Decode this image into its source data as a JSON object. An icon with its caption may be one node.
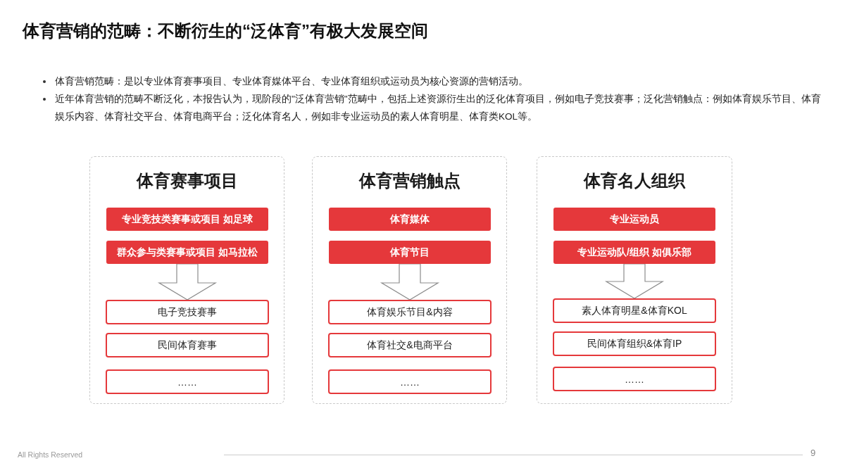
{
  "diagram": {
    "title": "体育营销的范畴：不断衍生的“泛体育”有极大发展空间",
    "nodes": [
      {
        "text": [
          "体育赛事项目"
        ]
      },
      {
        "text": [
          "专业竞技类赛事或项目 如足球"
        ],
        "in": 0
      },
      {
        "text": [
          "群众参与类赛事或项目 如马拉松"
        ],
        "in": 0
      },
      {
        "text": [
          "电子竞技赛事"
        ],
        "in": 0
      },
      {
        "text": [
          "民间体育赛事"
        ],
        "in": 0
      },
      {
        "text": [
          "……"
        ],
        "in": 0
      },
      {
        "text": [
          "体育营销触点"
        ]
      },
      {
        "text": [
          "体育媒体"
        ],
        "in": 6
      },
      {
        "text": [
          "体育节目"
        ],
        "in": 6
      },
      {
        "text": [
          "体育娱乐节目&内容"
        ],
        "in": 6
      },
      {
        "text": [
          "体育社交&电商平台"
        ],
        "in": 6
      },
      {
        "text": [
          "……"
        ],
        "in": 6
      },
      {
        "text": [
          "体育名人组织"
        ]
      },
      {
        "text": [
          "专业运动员"
        ],
        "in": 12
      },
      {
        "text": [
          "专业运动队/组织 如俱乐部"
        ],
        "in": 12
      },
      {
        "text": [
          "素人体育明星&体育KOL"
        ],
        "in": 12
      },
      {
        "text": [
          "民间体育组织&体育IP"
        ],
        "in": 12
      },
      {
        "text": [
          "……"
        ],
        "in": 12
      }
    ],
    "edges": [
      {
        "from": 2,
        "to": 3,
        "arrow": "to"
      },
      {
        "from": 8,
        "to": 9,
        "arrow": "to"
      },
      {
        "from": 14,
        "to": 15,
        "arrow": "to"
      }
    ],
    "labels": [
      "体育营销范畴：是以专业体育赛事项目、专业体育媒体平台、专业体育组织或运动员为核心资源的营销活动。",
      "近年体育营销的范畴不断泛化，本报告认为，现阶段的\"泛体育营销\"范畴中，包括上述资源衍生出的泛化体育项目，例如电子竞技赛事；泛化营销触点：例如体育娱乐节目、体育娱乐内容、体育社交平台、体育电商平台；泛化体育名人，例如非专业运动员的素人体育明星、体育类KOL等。",
      "All Rights Reserved",
      "9"
    ]
  }
}
